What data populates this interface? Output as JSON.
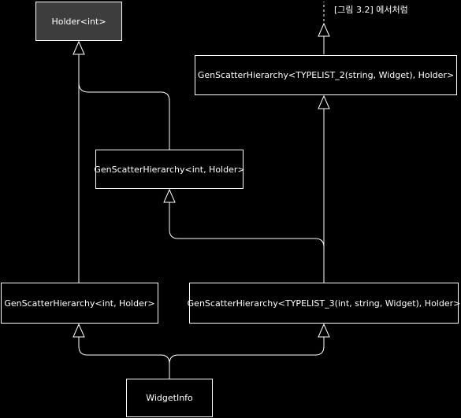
{
  "nodes": {
    "holder_int": "Holder<int>",
    "gen_typelist2": "GenScatterHierarchy<TYPELIST_2(string, Widget), Holder>",
    "gen_int_mid": "GenScatterHierarchy<int, Holder>",
    "gen_int_left": "GenScatterHierarchy<int, Holder>",
    "gen_typelist3": "GenScatterHierarchy<TYPELIST_3(int, string, Widget), Holder>",
    "widget_info": "WidgetInfo"
  },
  "note": "[그림 3.2] 에서처럼",
  "colors": {
    "background": "#000000",
    "line": "#ffffff",
    "holder_fill": "#3d3d3d"
  }
}
